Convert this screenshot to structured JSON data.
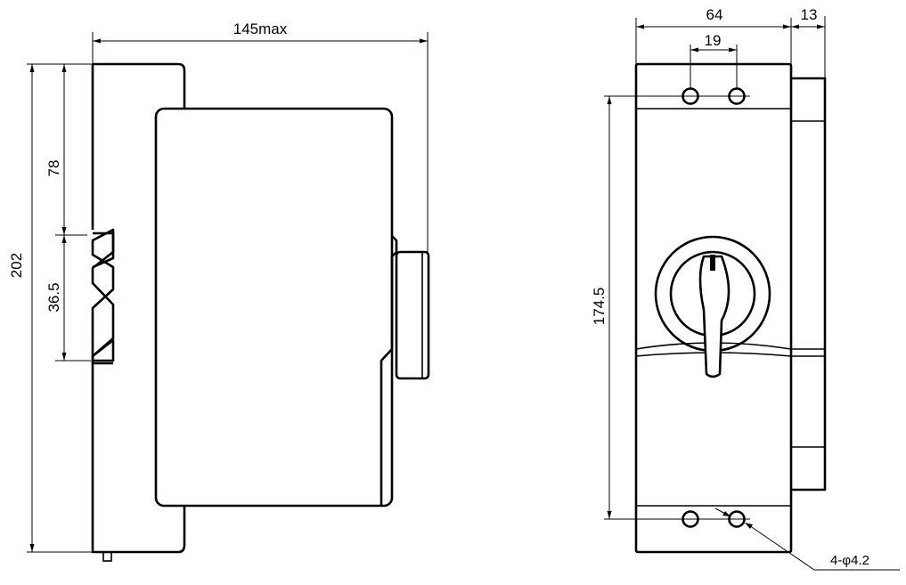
{
  "side_view": {
    "dim_width": "145max",
    "dim_height": "202",
    "dim_top_to_rail": "78",
    "dim_rail": "36.5"
  },
  "front_view": {
    "dim_width": "64",
    "dim_hole_spacing": "19",
    "dim_depth_offset": "13",
    "dim_hole_pitch": "174.5",
    "dim_holes": "4-φ4.2"
  }
}
